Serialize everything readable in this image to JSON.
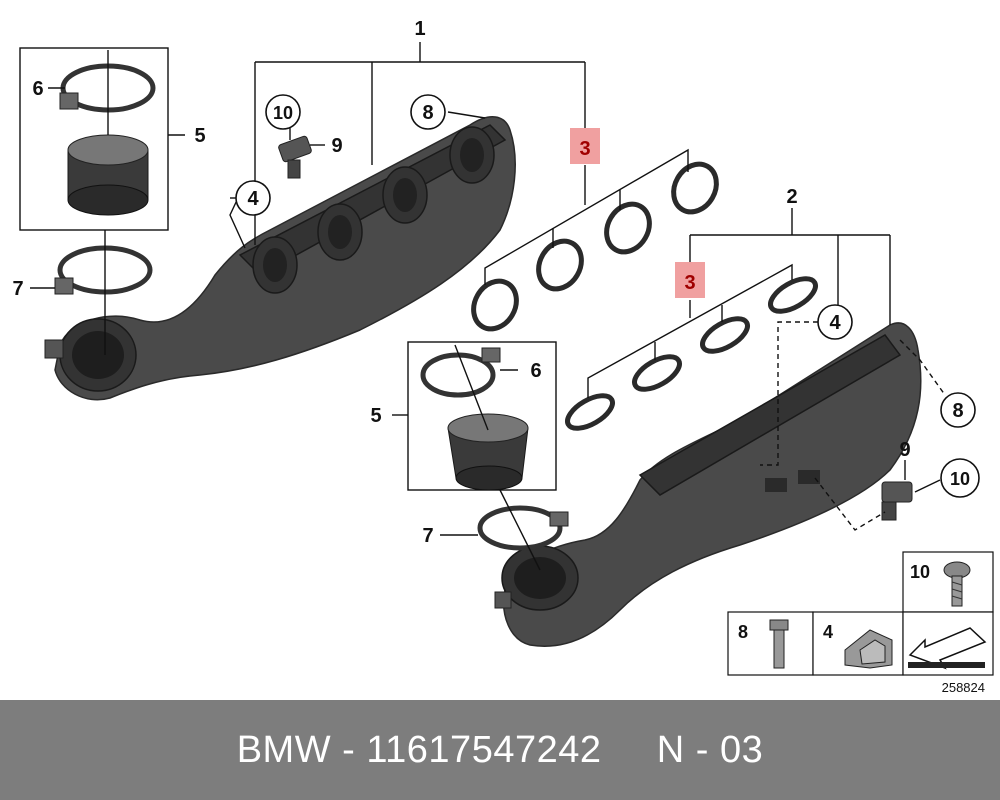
{
  "callouts": {
    "c1": "1",
    "c2": "2",
    "c3a": "3",
    "c3b": "3",
    "c4a": "4",
    "c4b": "4",
    "c4legend": "4",
    "c5a": "5",
    "c5b": "5",
    "c6a": "6",
    "c6b": "6",
    "c7a": "7",
    "c7b": "7",
    "c8a": "8",
    "c8b": "8",
    "c8legend": "8",
    "c9a": "9",
    "c9b": "9",
    "c10a": "10",
    "c10b": "10",
    "c10legend": "10"
  },
  "diagram_number": "258824",
  "footer": {
    "brand": "BMW",
    "sep1": " - ",
    "part_number": "11617547242",
    "gap": "     ",
    "code_letter": "N",
    "sep2": " - ",
    "code_number": "03"
  },
  "colors": {
    "highlight": "#f0a0a0",
    "footer_bg": "#7d7d7d",
    "part_fill": "#4a4a4a"
  }
}
